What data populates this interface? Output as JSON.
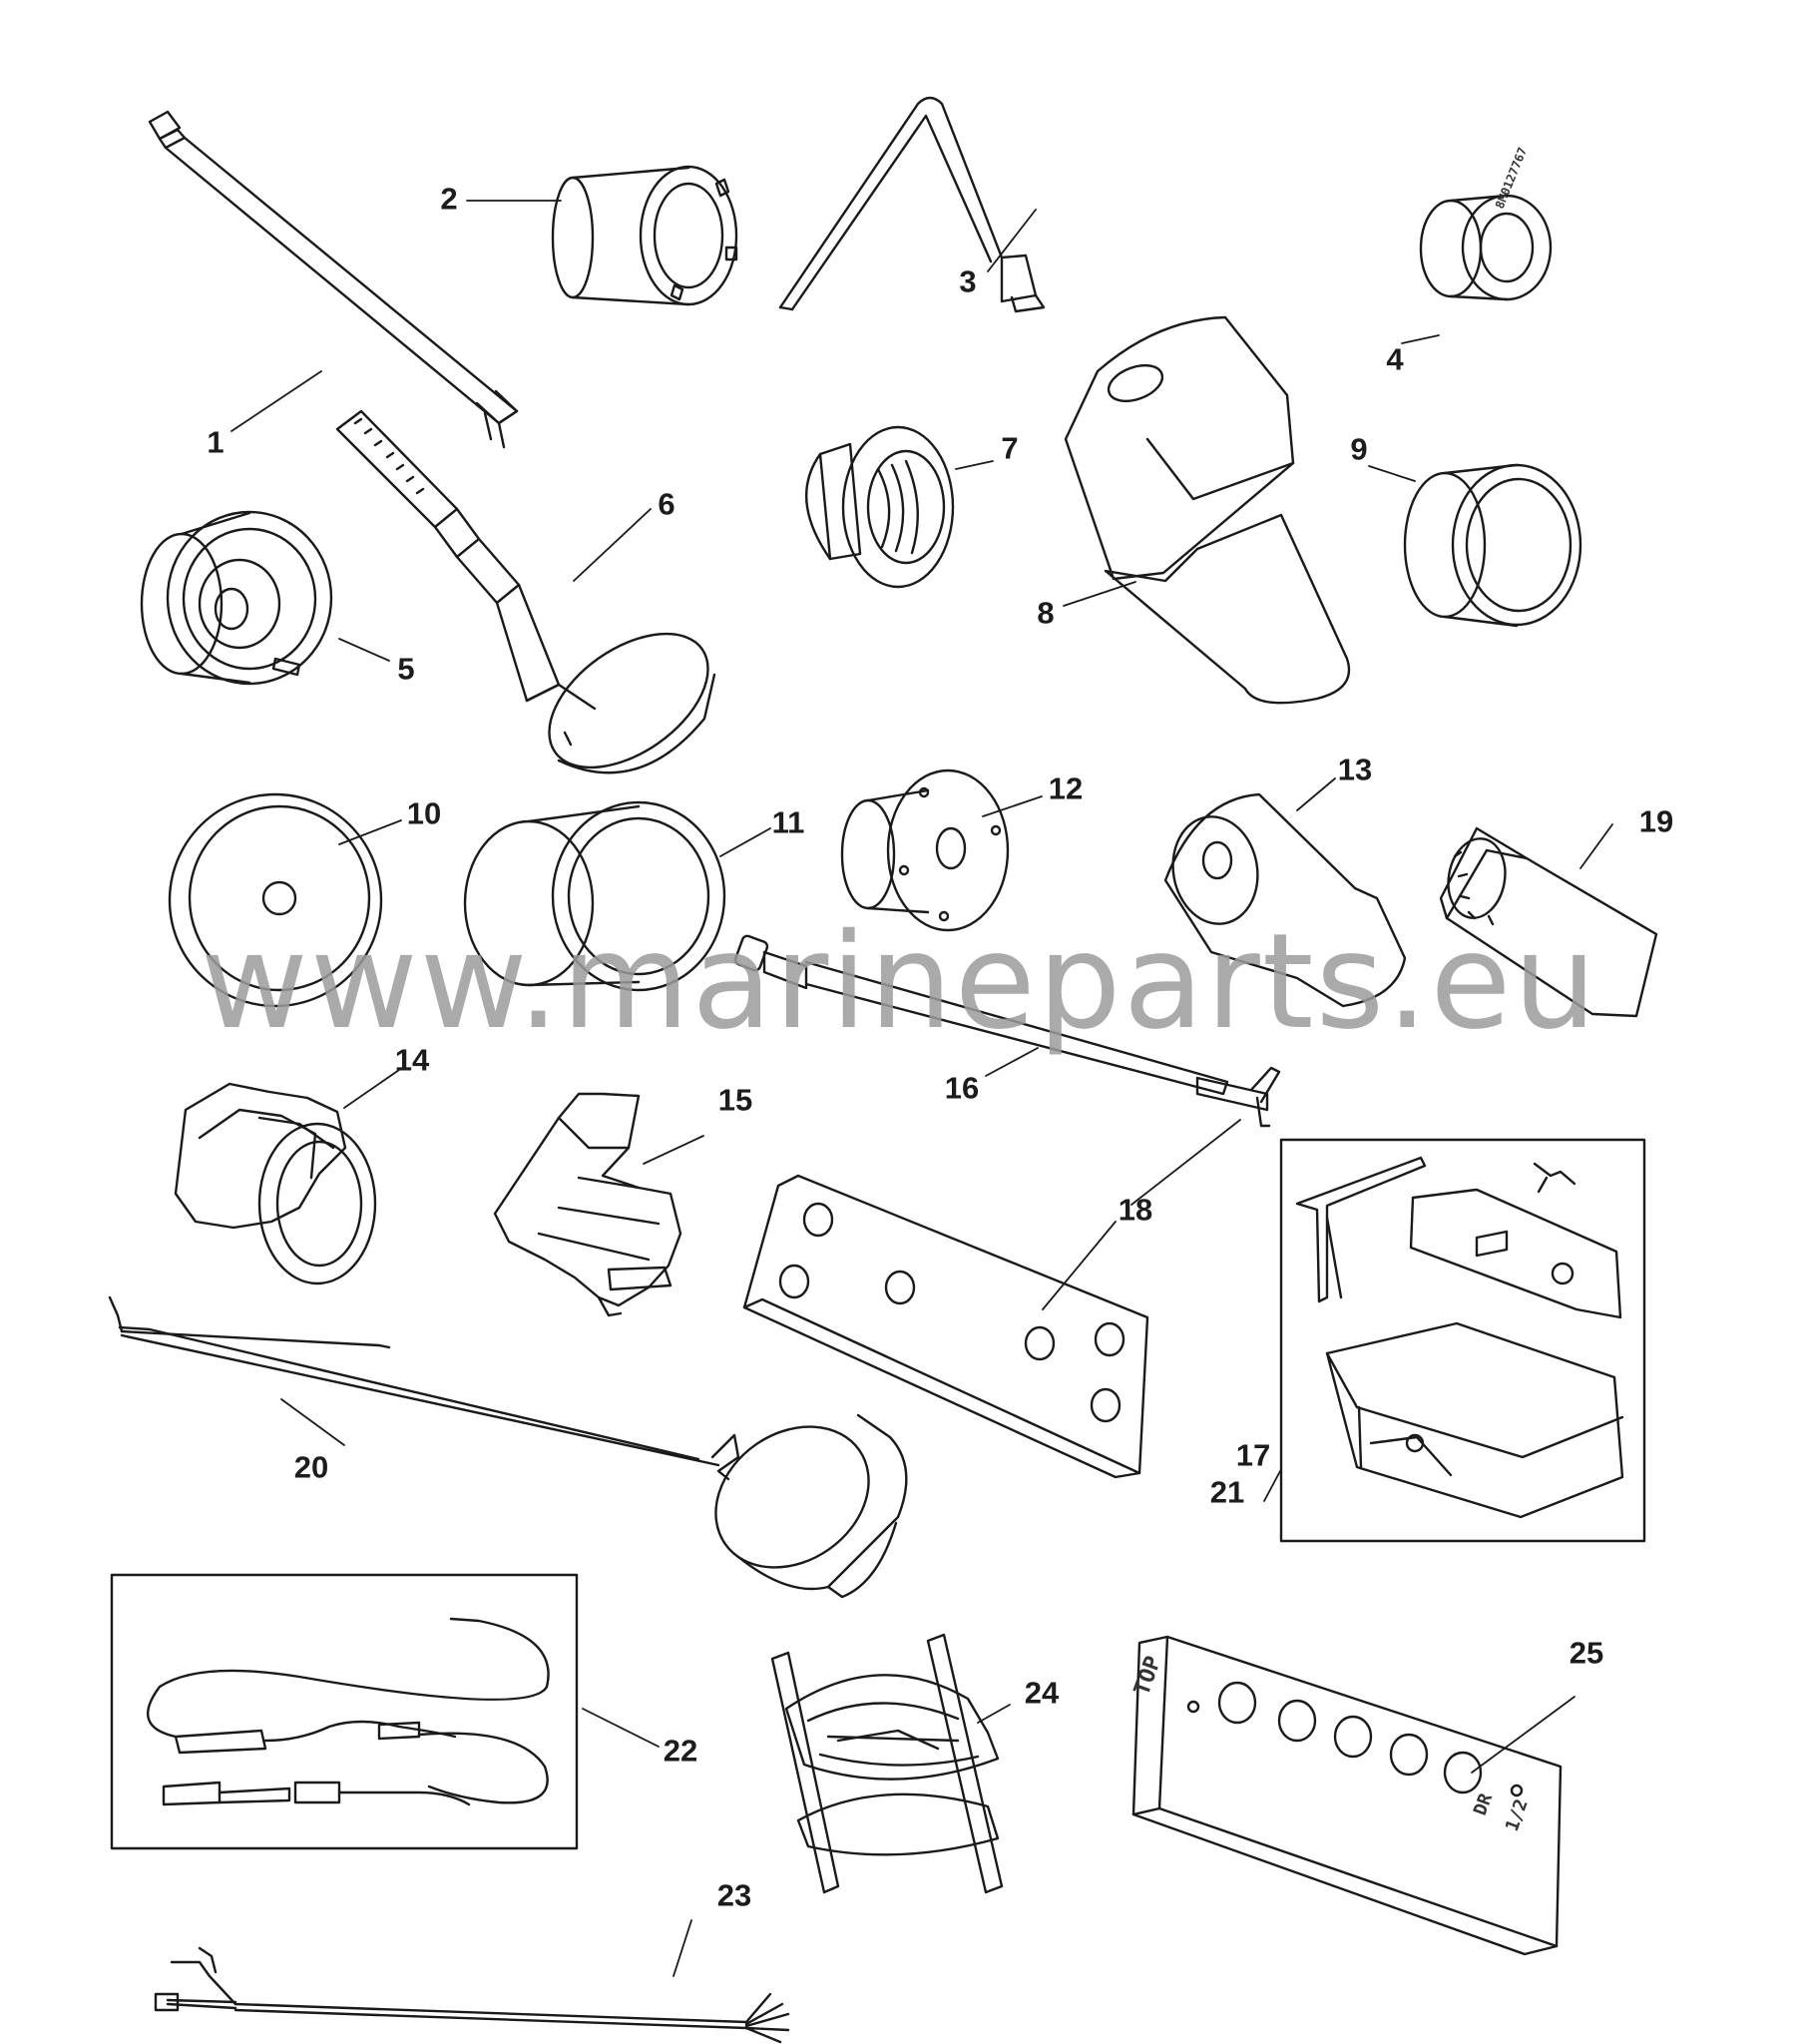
{
  "watermark": "www.marineparts.eu",
  "callouts": [
    "1",
    "2",
    "3",
    "4",
    "5",
    "6",
    "7",
    "8",
    "9",
    "10",
    "11",
    "12",
    "13",
    "14",
    "15",
    "16",
    "17",
    "18",
    "19",
    "20",
    "21",
    "22",
    "23",
    "24",
    "25"
  ],
  "block_labels": {
    "top": "TOP",
    "dr": "DR",
    "fraction": "1/2"
  },
  "colors": {
    "line": "#1a1a1a",
    "watermark": "#9c9c9c",
    "background": "#ffffff"
  }
}
